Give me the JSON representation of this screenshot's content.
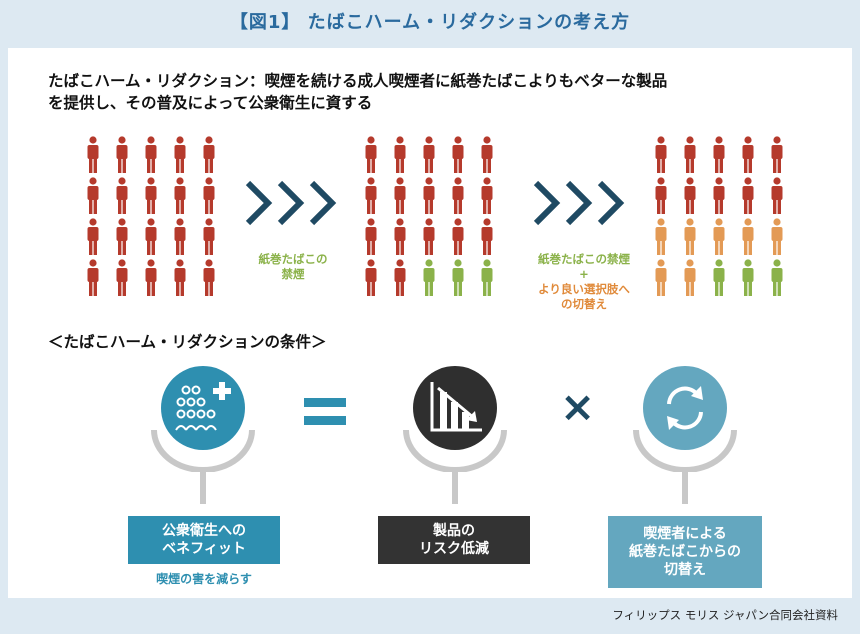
{
  "title": "【図1】 たばこハーム・リダクションの考え方",
  "headline": {
    "line1": "たばこハーム・リダクション：喫煙を続ける成人喫煙者に紙巻たばこよりもベターな製品",
    "line2": "を提供し、その普及によって公衆衛生に資する"
  },
  "colors": {
    "red": "#b53a2c",
    "green": "#8bb24a",
    "orange": "#e39a55",
    "arrow": "#1f4a63",
    "blue": "#2e8fb0",
    "dark": "#2f2f2f",
    "lightblue": "#64a7bf"
  },
  "step1_caption": {
    "line1": "紙巻たばこの",
    "line2": "禁煙"
  },
  "step2_caption": {
    "line1": "紙巻たばこの禁煙",
    "plus": "+",
    "line2": "より良い選択肢へ",
    "line3": "の切替え"
  },
  "section_title": "＜たばこハーム・リダクションの条件＞",
  "conditions": [
    {
      "label1": "公衆衛生への",
      "label2": "ベネフィット",
      "sub": "喫煙の害を減らす",
      "icon": "people-plus-icon"
    },
    {
      "label1": "製品の",
      "label2": "リスク低減",
      "icon": "declining-chart-icon"
    },
    {
      "label1": "喫煙者による",
      "label2": "紙巻たばこからの",
      "label3": "切替え",
      "icon": "switch-arrows-icon"
    }
  ],
  "operators": {
    "equals": "equals-sign",
    "times": "×"
  },
  "footer": "フィリップス モリス ジャパン合同会社資料"
}
